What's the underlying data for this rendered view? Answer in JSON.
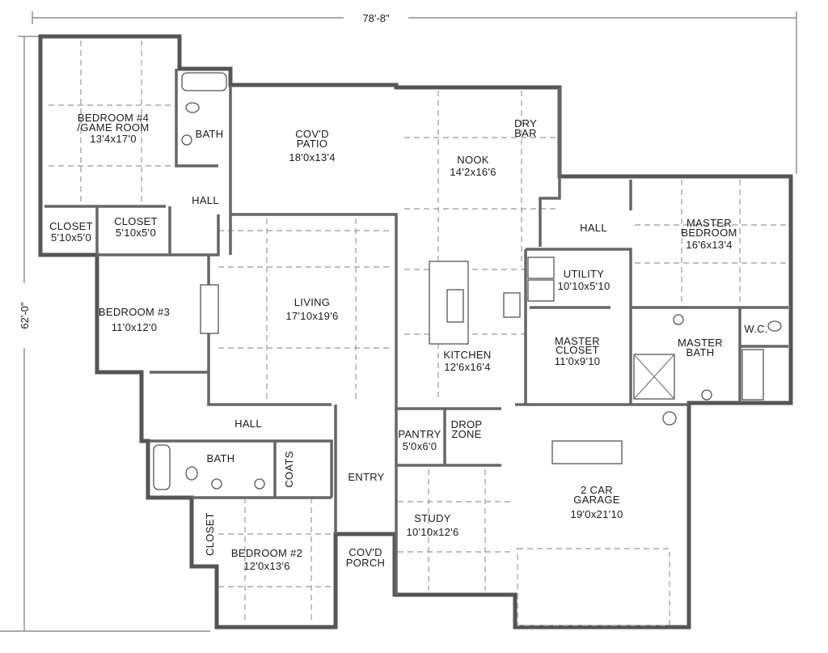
{
  "plan": {
    "width_dimension": "78'-8\"",
    "depth_dimension": "62'-0\"",
    "rooms": {
      "bedroom4": {
        "line1": "BEDROOM #4",
        "line2": "/GAME ROOM",
        "dims": "13'4x17'0"
      },
      "bath_upper": {
        "line1": "BATH"
      },
      "patio": {
        "line1": "COV'D",
        "line2": "PATIO",
        "dims": "18'0x13'4"
      },
      "nook": {
        "line1": "NOOK",
        "dims": "14'2x16'6"
      },
      "dry_bar": {
        "line1": "DRY",
        "line2": "BAR"
      },
      "hall_upper": {
        "line1": "HALL"
      },
      "hall_master": {
        "line1": "HALL"
      },
      "master_bedroom": {
        "line1": "MASTER",
        "line2": "BEDROOM",
        "dims": "16'6x13'4"
      },
      "closet_a": {
        "line1": "CLOSET",
        "dims": "5'10x5'0"
      },
      "closet_b": {
        "line1": "CLOSET",
        "dims": "5'10x5'0"
      },
      "utility": {
        "line1": "UTILITY",
        "dims": "10'10x5'10"
      },
      "bedroom3": {
        "line1": "BEDROOM #3",
        "dims": "11'0x12'0"
      },
      "living": {
        "line1": "LIVING",
        "dims": "17'10x19'6"
      },
      "master_closet": {
        "line1": "MASTER",
        "line2": "CLOSET",
        "dims": "11'0x9'10"
      },
      "master_bath": {
        "line1": "MASTER",
        "line2": "BATH"
      },
      "wc": {
        "line1": "W.C."
      },
      "kitchen": {
        "line1": "KITCHEN",
        "dims": "12'6x16'4"
      },
      "hall_lower": {
        "line1": "HALL"
      },
      "pantry": {
        "line1": "PANTRY",
        "dims": "5'0x6'0"
      },
      "drop_zone": {
        "line1": "DROP",
        "line2": "ZONE"
      },
      "bath_lower": {
        "line1": "BATH"
      },
      "coats": {
        "line1": "COATS"
      },
      "entry": {
        "line1": "ENTRY"
      },
      "garage": {
        "line1": "2 CAR",
        "line2": "GARAGE",
        "dims": "19'0x21'10"
      },
      "study": {
        "line1": "STUDY",
        "dims": "10'10x12'6"
      },
      "closet_c": {
        "line1": "CLOSET"
      },
      "bedroom2": {
        "line1": "BEDROOM #2",
        "dims": "12'0x13'6"
      },
      "porch": {
        "line1": "COV'D",
        "line2": "PORCH"
      }
    }
  }
}
